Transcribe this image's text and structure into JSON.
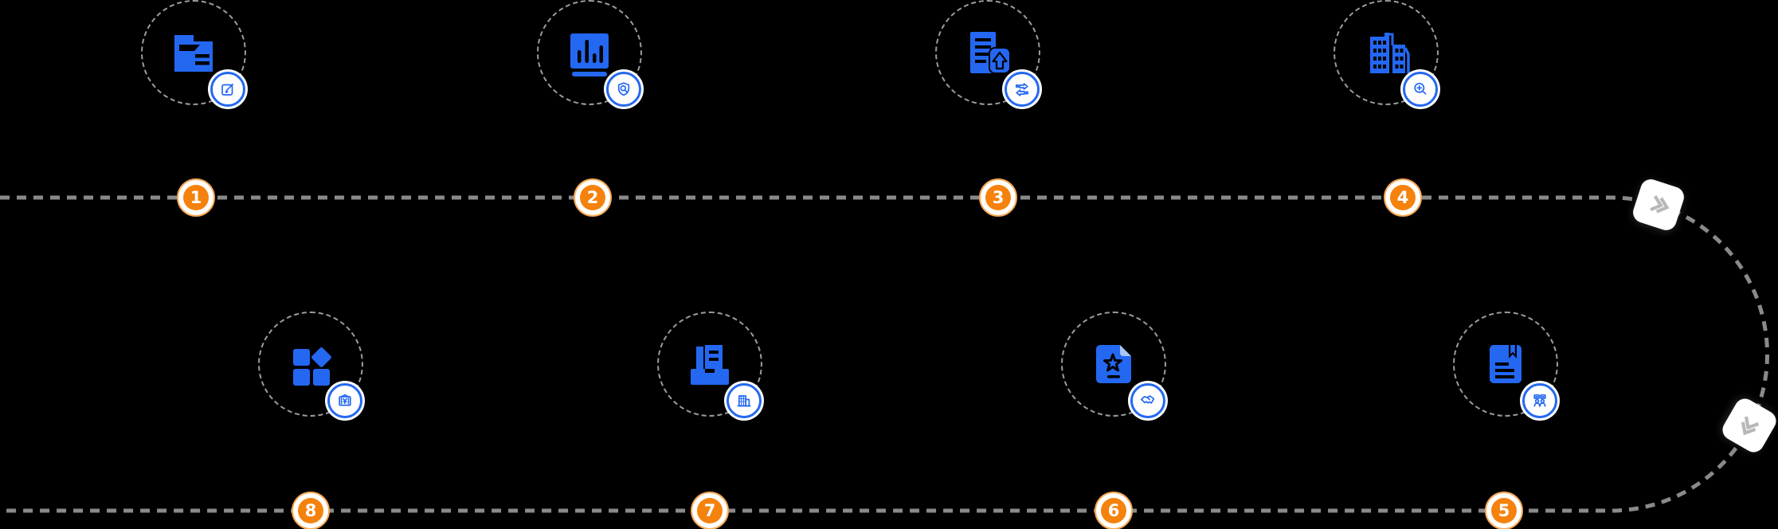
{
  "diagram": {
    "background": "#000000",
    "step_count": 8,
    "colors": {
      "icon_blue": "#2468F2",
      "icon_blue_light": "#A7C7F7",
      "number_orange": "#F5820D",
      "number_ring_orange": "#F9A853",
      "route_dash_gray": "#8A8A8A",
      "circle_dash_gray": "#9C9C9C",
      "marker_chevron_gray": "#B8B8B8",
      "marker_bg": "#FFFFFF"
    },
    "route": {
      "style": "dashed",
      "shape": "two horizontal lines joined by right semicircle",
      "markers": [
        {
          "icon": "double-chevron-forward-icon"
        },
        {
          "icon": "double-chevron-down-icon"
        }
      ]
    },
    "steps": [
      {
        "number": "1",
        "icon": "folder-document-icon",
        "badge_icon": "edit-icon",
        "row": "top"
      },
      {
        "number": "2",
        "icon": "bar-chart-board-icon",
        "badge_icon": "shield-search-icon",
        "row": "top"
      },
      {
        "number": "3",
        "icon": "document-upload-icon",
        "badge_icon": "transfer-arrows-icon",
        "row": "top"
      },
      {
        "number": "4",
        "icon": "buildings-icon",
        "badge_icon": "zoom-in-icon",
        "row": "top"
      },
      {
        "number": "5",
        "icon": "book-bookmark-icon",
        "badge_icon": "team-discussion-icon",
        "row": "bottom"
      },
      {
        "number": "6",
        "icon": "star-document-icon",
        "badge_icon": "handshake-icon",
        "row": "bottom"
      },
      {
        "number": "7",
        "icon": "archive-drawer-icon",
        "badge_icon": "building-icon",
        "row": "bottom"
      },
      {
        "number": "8",
        "icon": "components-grid-icon",
        "badge_icon": "money-note-icon",
        "row": "bottom"
      }
    ]
  }
}
